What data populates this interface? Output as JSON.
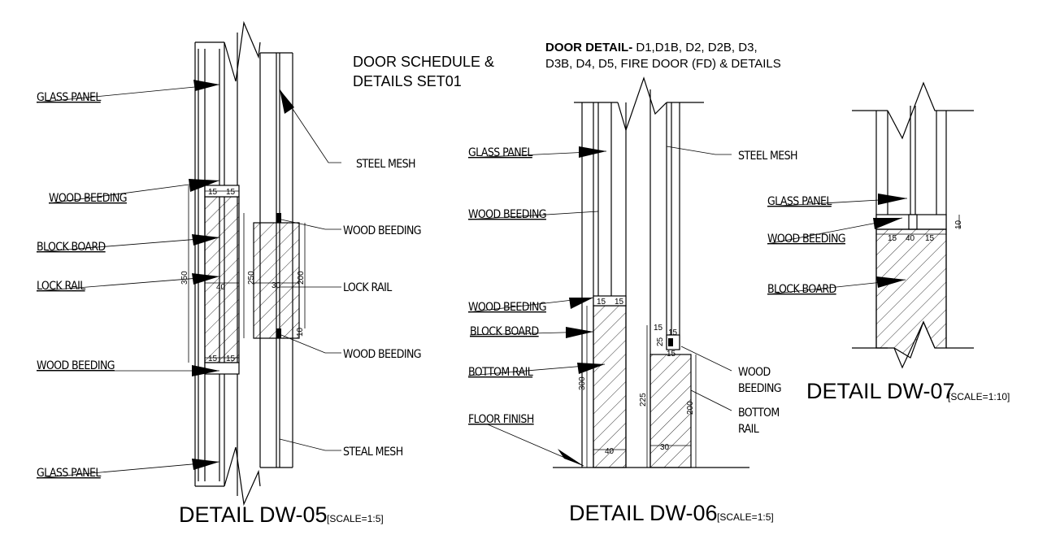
{
  "header": {
    "set_title_line1": "DOOR SCHEDULE &",
    "set_title_line2": "DETAILS SET01",
    "door_detail_bold": "DOOR DETAIL-",
    "door_detail_line1": " D1,D1B, D2, D2B, D3,",
    "door_detail_line2": "D3B, D4, D5, FIRE DOOR (FD) & DETAILS"
  },
  "dw05": {
    "title": "DETAIL DW-05",
    "scale": "[SCALE=1:5]",
    "labels": {
      "glass_panel_top": "GLASS PANEL",
      "wood_beeding_l1": "WOOD BEEDING",
      "block_board": "BLOCK BOARD",
      "lock_rail_l": "LOCK RAIL",
      "wood_beeding_l2": "WOOD BEEDING",
      "glass_panel_bottom": "GLASS PANEL",
      "steel_mesh": "STEEL MESH",
      "wood_beeding_r1": "WOOD BEEDING",
      "lock_rail_r": "LOCK RAIL",
      "wood_beeding_r2": "WOOD BEEDING",
      "steal_mesh": "STEAL MESH"
    },
    "dims": {
      "d15a": "15",
      "d15b": "15",
      "d350": "350",
      "d40": "40",
      "d250": "250",
      "d30": "30",
      "d200": "200",
      "d15c": "15",
      "d15d": "15",
      "d10": "10"
    }
  },
  "dw06": {
    "title": "DETAIL DW-06",
    "scale": "[SCALE=1:5]",
    "labels": {
      "glass_panel": "GLASS PANEL",
      "wood_beeding_1": "WOOD BEEDING",
      "wood_beeding_2": "WOOD BEEDING",
      "block_board": "BLOCK BOARD",
      "bottom_rail": "BOTTOM RAIL",
      "floor_finish": "FLOOR FINISH",
      "steel_mesh": "STEEL MESH",
      "wood_beeding_r_1": "WOOD",
      "wood_beeding_r_2": "BEEDING",
      "bottom_rail_r_1": "BOTTOM",
      "bottom_rail_r_2": "RAIL"
    },
    "dims": {
      "d15a": "15",
      "d15b": "15",
      "d300": "300",
      "d40": "40",
      "d225": "225",
      "d30": "30",
      "d200": "200",
      "d15c": "15",
      "d25": "25",
      "d15d": "15",
      "d15e": "15"
    }
  },
  "dw07": {
    "title": "DETAIL DW-07",
    "scale": "[SCALE=1:10]",
    "labels": {
      "glass_panel": "GLASS PANEL",
      "wood_beeding": "WOOD BEEDING",
      "block_board": "BLOCK BOARD"
    },
    "dims": {
      "d15a": "15",
      "d40": "40",
      "d15b": "15",
      "d10": "10"
    }
  }
}
